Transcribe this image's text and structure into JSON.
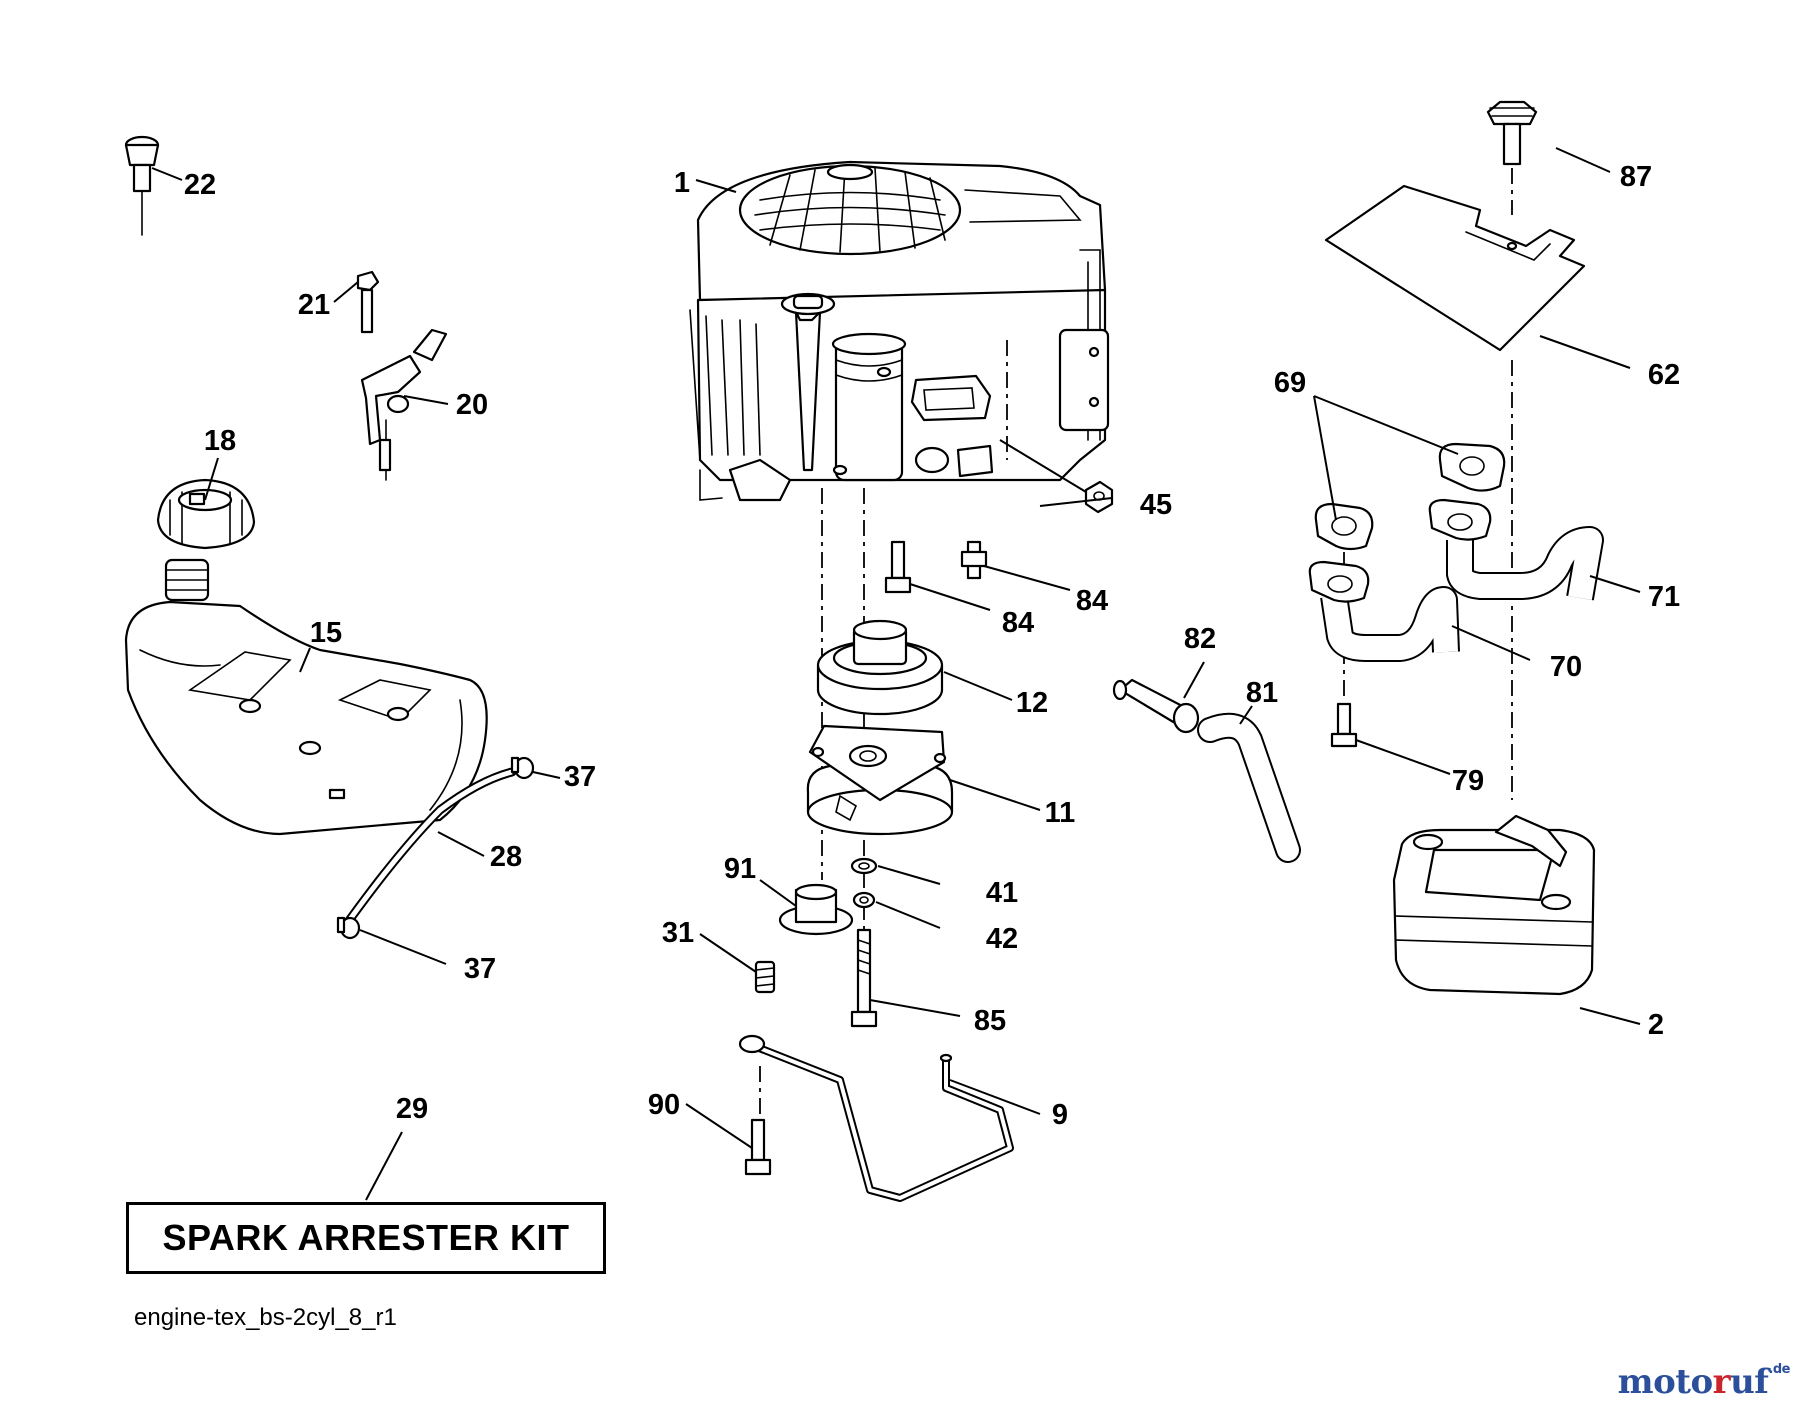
{
  "callouts": [
    {
      "id": "p1",
      "label": "1"
    },
    {
      "id": "p2",
      "label": "2"
    },
    {
      "id": "p9",
      "label": "9"
    },
    {
      "id": "p11",
      "label": "11"
    },
    {
      "id": "p12",
      "label": "12"
    },
    {
      "id": "p15",
      "label": "15"
    },
    {
      "id": "p18",
      "label": "18"
    },
    {
      "id": "p20",
      "label": "20"
    },
    {
      "id": "p21",
      "label": "21"
    },
    {
      "id": "p22",
      "label": "22"
    },
    {
      "id": "p28",
      "label": "28"
    },
    {
      "id": "p29",
      "label": "29"
    },
    {
      "id": "p31",
      "label": "31"
    },
    {
      "id": "p37a",
      "label": "37"
    },
    {
      "id": "p37b",
      "label": "37"
    },
    {
      "id": "p41",
      "label": "41"
    },
    {
      "id": "p42",
      "label": "42"
    },
    {
      "id": "p45",
      "label": "45"
    },
    {
      "id": "p62",
      "label": "62"
    },
    {
      "id": "p69",
      "label": "69"
    },
    {
      "id": "p70",
      "label": "70"
    },
    {
      "id": "p71",
      "label": "71"
    },
    {
      "id": "p79",
      "label": "79"
    },
    {
      "id": "p81",
      "label": "81"
    },
    {
      "id": "p82",
      "label": "82"
    },
    {
      "id": "p84a",
      "label": "84"
    },
    {
      "id": "p84b",
      "label": "84"
    },
    {
      "id": "p85",
      "label": "85"
    },
    {
      "id": "p87",
      "label": "87"
    },
    {
      "id": "p90",
      "label": "90"
    },
    {
      "id": "p91",
      "label": "91"
    }
  ],
  "kit_label": "SPARK ARRESTER KIT",
  "diagram_ref": "engine-tex_bs-2cyl_8_r1",
  "watermark": {
    "part1": "moto",
    "part2": "r",
    "part3": "uf",
    "tld": ".de"
  },
  "colors": {
    "line": "#000000",
    "background": "#ffffff",
    "logo_blue": "#2b4f9a",
    "logo_red": "#c9252b"
  }
}
